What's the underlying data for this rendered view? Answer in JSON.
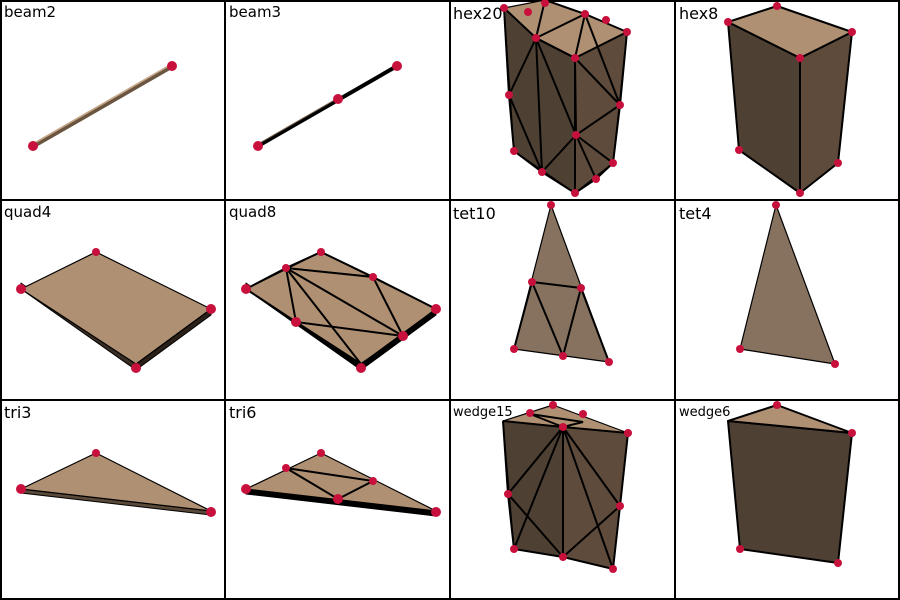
{
  "colors": {
    "top_face": "#b09072",
    "side_face": "#86725f",
    "dark_face": "#4e4033",
    "mid_face": "#5e4b3b",
    "edge": "#000000",
    "node": "#c8103c",
    "grid": "#000000",
    "background": "#ffffff"
  },
  "panels": [
    {
      "label": "beam2"
    },
    {
      "label": "beam3"
    },
    {
      "label": "hex20"
    },
    {
      "label": "hex8"
    },
    {
      "label": "quad4"
    },
    {
      "label": "quad8"
    },
    {
      "label": "tet10"
    },
    {
      "label": "tet4"
    },
    {
      "label": "tri3"
    },
    {
      "label": "tri6"
    },
    {
      "label": "wedge15"
    },
    {
      "label": "wedge6"
    }
  ]
}
